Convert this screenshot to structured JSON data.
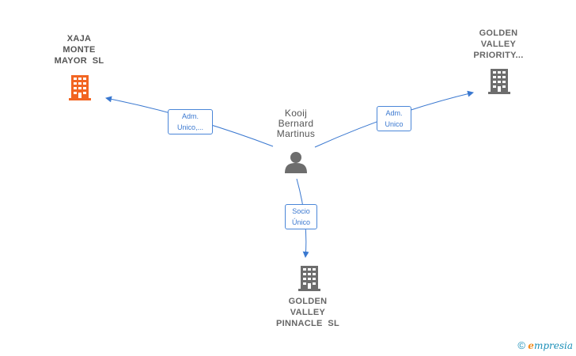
{
  "nodes": {
    "xaja": {
      "lines": [
        "XAJA",
        "MONTE",
        "MAYOR  SL"
      ],
      "color": "#f26522"
    },
    "priority": {
      "lines": [
        "GOLDEN",
        "VALLEY",
        "PRIORITY..."
      ],
      "color": "#6d6d6d"
    },
    "person": {
      "lines": [
        "Kooij",
        "Bernard",
        "Martinus"
      ],
      "color": "#6d6d6d"
    },
    "pinnacle": {
      "lines": [
        "GOLDEN",
        "VALLEY",
        "PINNACLE  SL"
      ],
      "color": "#6d6d6d"
    }
  },
  "edges": {
    "to_xaja": {
      "lines": [
        "Adm.",
        "Unico,..."
      ]
    },
    "to_priority": {
      "lines": [
        "Adm.",
        "Unico"
      ]
    },
    "to_pinnacle": {
      "lines": [
        "Socio",
        "Único"
      ]
    }
  },
  "colors": {
    "edge": "#3a78d0"
  },
  "footer": {
    "copyright": "©",
    "brand_initial": "e",
    "brand_rest": "mpresia"
  }
}
